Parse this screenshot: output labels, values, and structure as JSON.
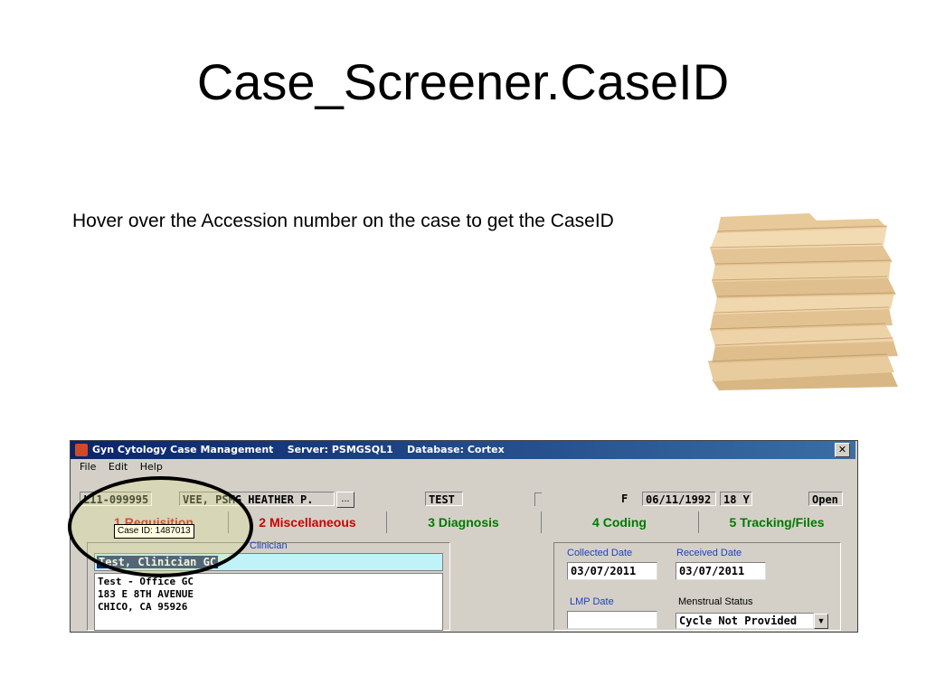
{
  "slide": {
    "title": "Case_Screener.CaseID",
    "body": "Hover over the Accession number on the case to get the CaseID"
  },
  "window": {
    "title": "Gyn Cytology Case Management    Server: PSMGSQL1    Database: Cortex",
    "close_label": "✕",
    "menu": [
      "File",
      "Edit",
      "Help"
    ],
    "header": {
      "accession": "L11-099995",
      "patient_name": "VEE,  PSMG HEATHER P.",
      "lookup_button": "...",
      "test": "TEST",
      "sex": "F",
      "dob": "06/11/1992",
      "age": "18 Y",
      "status": "Open"
    },
    "tabs": [
      {
        "label": "1 Requisition"
      },
      {
        "label": "2 Miscellaneous"
      },
      {
        "label": "3 Diagnosis"
      },
      {
        "label": "4 Coding"
      },
      {
        "label": "5 Tracking/Files"
      }
    ],
    "tooltip": "Case ID: 1487013",
    "clinician": {
      "label": "Clinician",
      "selected": "Test, Clinician GC",
      "address": [
        "Test - Office GC",
        "183 E 8TH AVENUE",
        "CHICO, CA 95926"
      ]
    },
    "dates": {
      "collected_label": "Collected Date",
      "collected_value": "03/07/2011",
      "received_label": "Received Date",
      "received_value": "03/07/2011",
      "lmp_label": "LMP Date",
      "lmp_value": "",
      "menstrual_label": "Menstrual Status",
      "menstrual_value": "Cycle Not Provided"
    }
  },
  "colors": {
    "titlebar_start": "#0a246a",
    "titlebar_end": "#3a6ea5",
    "window_bg": "#d4d0c8",
    "tab_red": "#cc0000",
    "tab_green": "#007a00",
    "label_blue": "#2040c0",
    "clinician_bg": "#bff3f7"
  }
}
